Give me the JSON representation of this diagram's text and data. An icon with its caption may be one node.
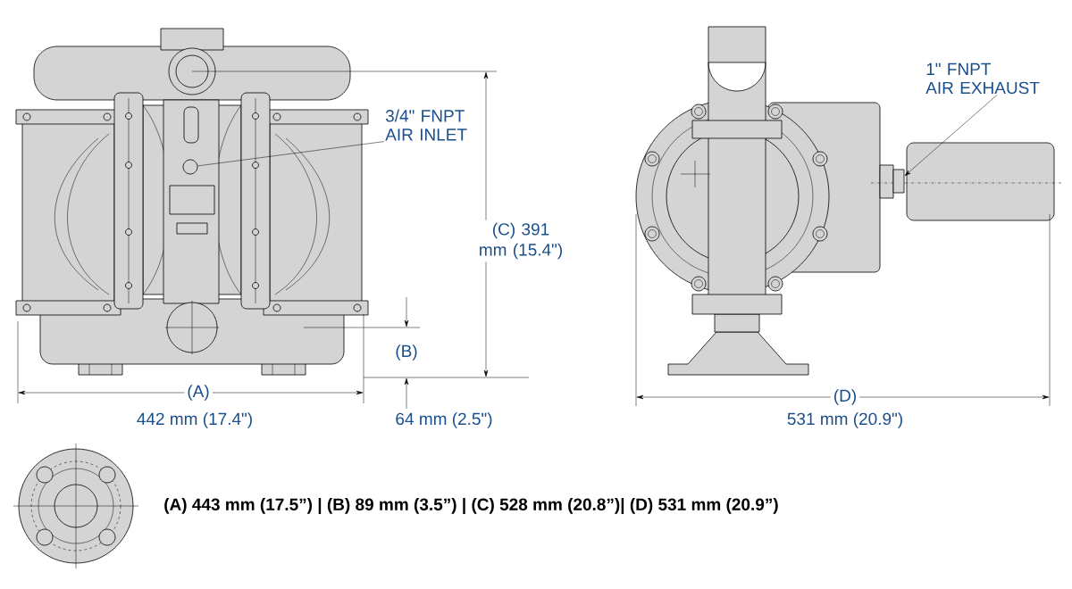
{
  "diagram": {
    "nodes": [
      {
        "text": [
          "3/4\" FNPT AIR INLET"
        ]
      },
      {
        "text": [],
        "shape": "circle"
      },
      {
        "text": [
          "1\" FNPT",
          "AIR EXHAUST"
        ]
      },
      {
        "text": [],
        "shape": "box"
      }
    ],
    "edges": [
      {
        "from": 0,
        "to": 1,
        "arrow": "none"
      },
      {
        "from": 2,
        "to": 3,
        "arrow": "to"
      }
    ],
    "labels": [
      "(C) 391 mm (15.4\")",
      "(B)",
      "(A)",
      "(D)",
      "442 mm (17.4\")",
      "64 mm (2.5\")",
      "531 mm (20.9\")",
      "(A) 443 mm (17.5”) | (B) 89 mm (3.5”) | (C) 528 mm (20.8”)| (D) 531 mm (20.9”)"
    ]
  }
}
